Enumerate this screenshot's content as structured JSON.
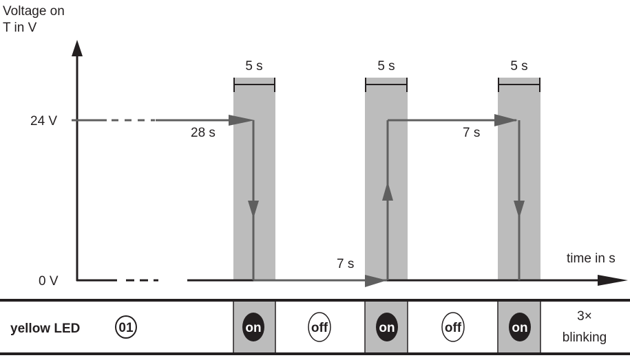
{
  "axes": {
    "y_label_line1": "Voltage on",
    "y_label_line2": "T in V",
    "x_label": "time in s",
    "tick_24v": "24 V",
    "tick_0v": "0 V"
  },
  "intervals": {
    "pulse_1": "5 s",
    "pulse_2": "5 s",
    "pulse_3": "5 s",
    "wait_first": "28 s",
    "wait_low": "7 s",
    "wait_high": "7 s"
  },
  "led_row": {
    "label": "yellow LED",
    "badge": "01",
    "states": [
      "on",
      "off",
      "on",
      "off",
      "on"
    ],
    "final": {
      "line1": "3×",
      "line2": "blinking"
    }
  },
  "colors": {
    "band": "#bcbcbc",
    "signal": "#5f5f5f",
    "axis": "#231f20"
  }
}
